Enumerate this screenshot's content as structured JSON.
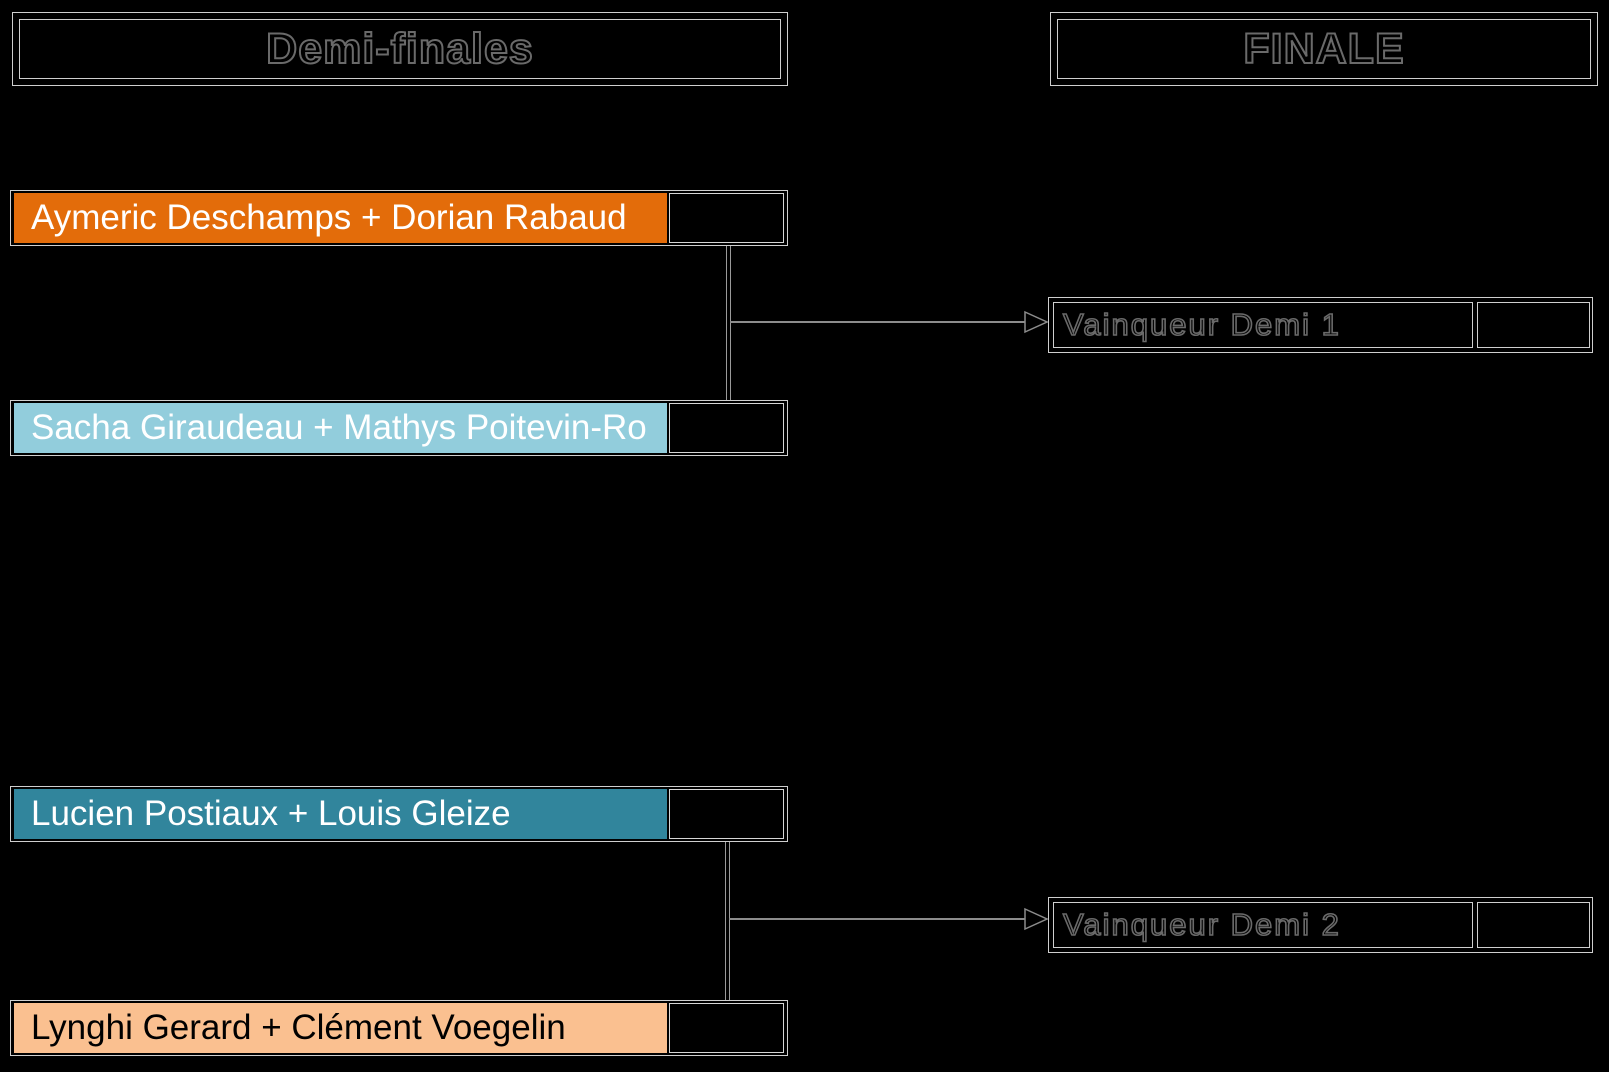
{
  "palette": {
    "background": "#000000",
    "box_border": "#cfcfcf",
    "connector": "#8c8c8c",
    "ghost_text_outline": "#6a6a6a"
  },
  "headers": {
    "semifinals": "Demi-finales",
    "final": "FINALE"
  },
  "semifinals": [
    {
      "teams": [
        {
          "name": "Aymeric Deschamps + Dorian Rabaud",
          "bg": "#e36c0a",
          "text": "#ffffff",
          "score": ""
        },
        {
          "name": "Sacha Giraudeau + Mathys Poitevin-Ro",
          "bg": "#92cddc",
          "text": "#ffffff",
          "score": ""
        }
      ],
      "winner": {
        "label": "Vainqueur Demi 1",
        "score": ""
      }
    },
    {
      "teams": [
        {
          "name": "Lucien Postiaux + Louis Gleize",
          "bg": "#31859c",
          "text": "#ffffff",
          "score": ""
        },
        {
          "name": "Lynghi Gerard + Clément Voegelin",
          "bg": "#fac090",
          "text": "#000000",
          "score": ""
        }
      ],
      "winner": {
        "label": "Vainqueur Demi 2",
        "score": ""
      }
    }
  ]
}
